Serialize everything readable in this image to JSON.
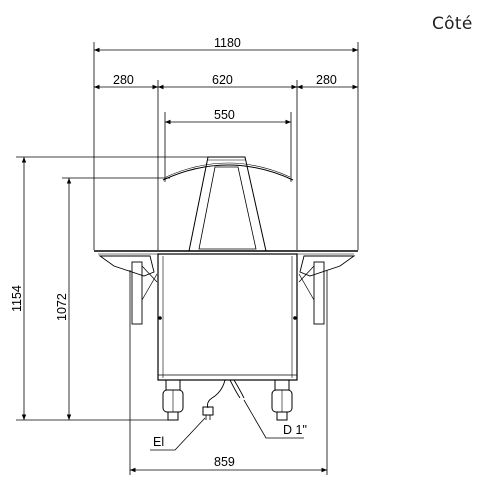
{
  "view_label": "Côté",
  "dimensions": {
    "overall_width": "1180",
    "left_wing": "280",
    "center_span": "620",
    "right_wing": "280",
    "inner_span": "550",
    "total_height": "1154",
    "body_height": "1072",
    "base_width": "859"
  },
  "callouts": {
    "electric": "El",
    "drain": "D 1\""
  },
  "colors": {
    "line": "#000000",
    "label": "#222222"
  }
}
